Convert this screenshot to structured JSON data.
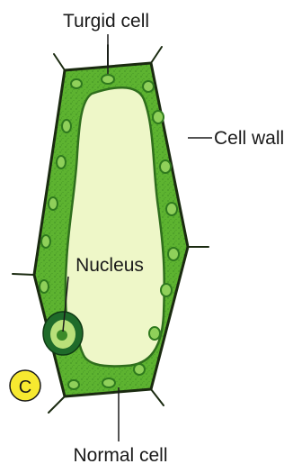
{
  "labels": {
    "top": "Turgid cell",
    "right": "Cell wall",
    "inner": "Nucleus",
    "bottom": "Normal cell",
    "badge": "C"
  },
  "colors": {
    "cell_wall": "#5db330",
    "cell_wall_outline": "#1a2a10",
    "chloroplast": "#8fd05a",
    "chloroplast_dark": "#2f7a1e",
    "vacuole": "#eef7c8",
    "nucleus_outer": "#1f6b2a",
    "nucleus_inner": "#b9e07a",
    "badge_fill": "#f7e930",
    "text": "#1a1a1a"
  }
}
